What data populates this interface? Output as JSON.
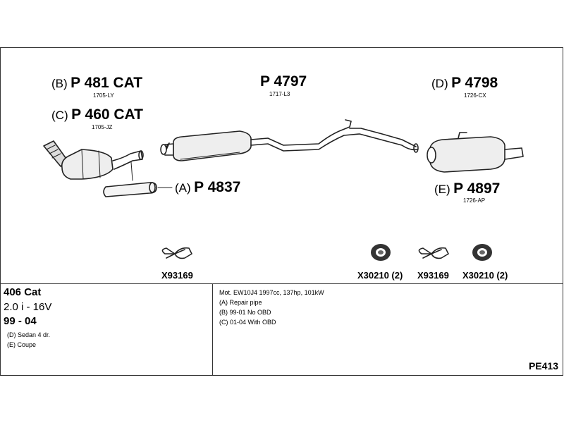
{
  "parts": {
    "b": {
      "prefix": "(B)",
      "code": "P 481 CAT",
      "sub": "1705-LY"
    },
    "c": {
      "prefix": "(C)",
      "code": "P 460 CAT",
      "sub": "1705-JZ"
    },
    "main": {
      "code": "P 4797",
      "sub": "1717-L3"
    },
    "d": {
      "prefix": "(D)",
      "code": "P 4798",
      "sub": "1726-CX"
    },
    "a": {
      "prefix": "(A)",
      "code": "P 4837"
    },
    "e": {
      "prefix": "(E)",
      "code": "P 4897",
      "sub": "1726-AP"
    }
  },
  "clamps": [
    {
      "label": "X93169",
      "icon": "clamp-icon"
    },
    {
      "label": "X30210 (2)",
      "icon": "gasket-icon"
    },
    {
      "label": "X93169",
      "icon": "clamp-icon"
    },
    {
      "label": "X30210 (2)",
      "icon": "gasket-icon"
    }
  ],
  "car": {
    "title": "406 Cat",
    "engine": "2.0 i - 16V",
    "years": "99 - 04",
    "body_d": "(D) Sedan 4 dr.",
    "body_e": "(E) Coupe"
  },
  "notes": {
    "motor": "Mot. EW10J4 1997cc, 137hp, 101kW",
    "a": "(A) Repair pipe",
    "b": "(B) 99-01 No OBD",
    "c": "(C) 01-04 With OBD"
  },
  "ref": "PE413"
}
